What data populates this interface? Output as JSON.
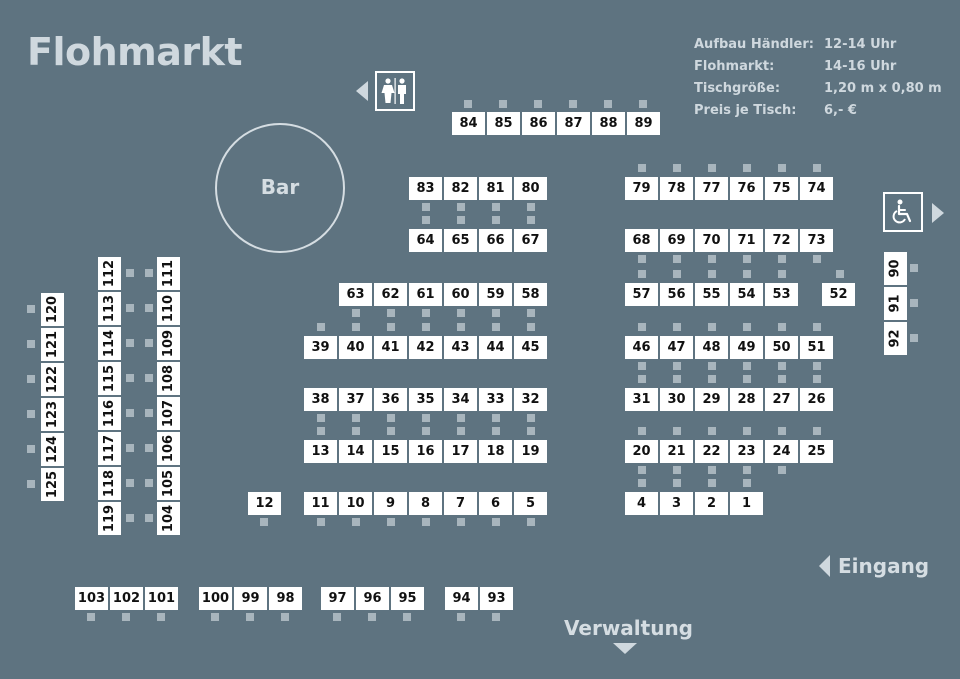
{
  "title": "Flohmarkt",
  "info": [
    {
      "label": "Aufbau Händler:",
      "value": "12-14 Uhr"
    },
    {
      "label": "Flohmarkt:",
      "value": "14-16 Uhr"
    },
    {
      "label": "Tischgröße:",
      "value": "1,20 m x 0,80 m"
    },
    {
      "label": "Preis je Tisch:",
      "value": "6,- €"
    }
  ],
  "bar_label": "Bar",
  "entrance_label": "Eingang",
  "admin_label": "Verwaltung",
  "icons": {
    "restroom": "restroom-icon",
    "wheelchair": "wheelchair-icon"
  },
  "colors": {
    "background": "#5e7380",
    "table": "#ffffff",
    "chair": "#a8b5bd",
    "text_light": "#cfd8de"
  },
  "table_count": 125
}
